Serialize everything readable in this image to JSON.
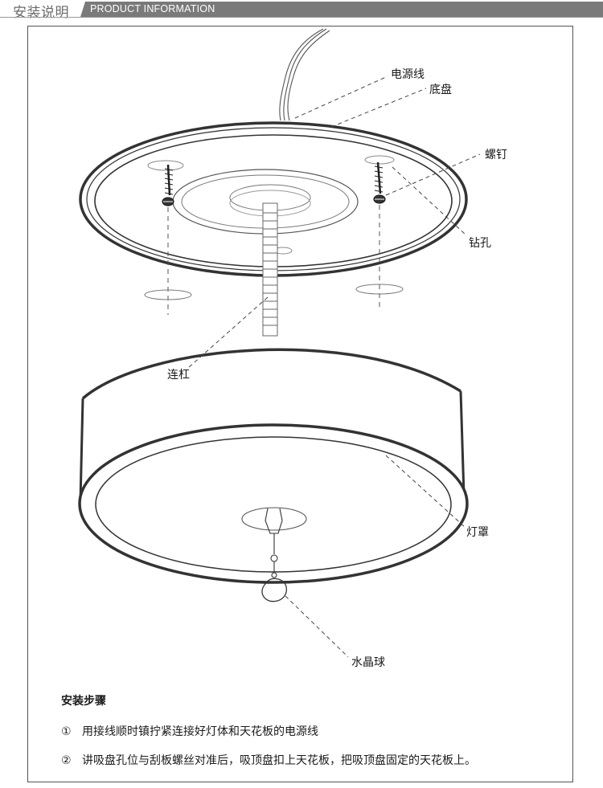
{
  "header": {
    "title": "安装说明",
    "subtitle": "PRODUCT INFORMATION"
  },
  "labels": {
    "power_cord": "电源线",
    "base_plate": "底盘",
    "screw": "螺钉",
    "drill_hole": "钻孔",
    "connecting_rod": "连杠",
    "lampshade": "灯罩",
    "crystal_ball": "水晶球"
  },
  "steps": {
    "title": "安装步骤",
    "items": [
      {
        "num": "①",
        "text": "用接线顺时镇拧紧连接好灯体和天花板的电源线"
      },
      {
        "num": "②",
        "text": "讲吸盘孔位与刮板螺丝对准后，吸顶盘扣上天花板，把吸顶盘固定的天花板上。"
      }
    ]
  }
}
